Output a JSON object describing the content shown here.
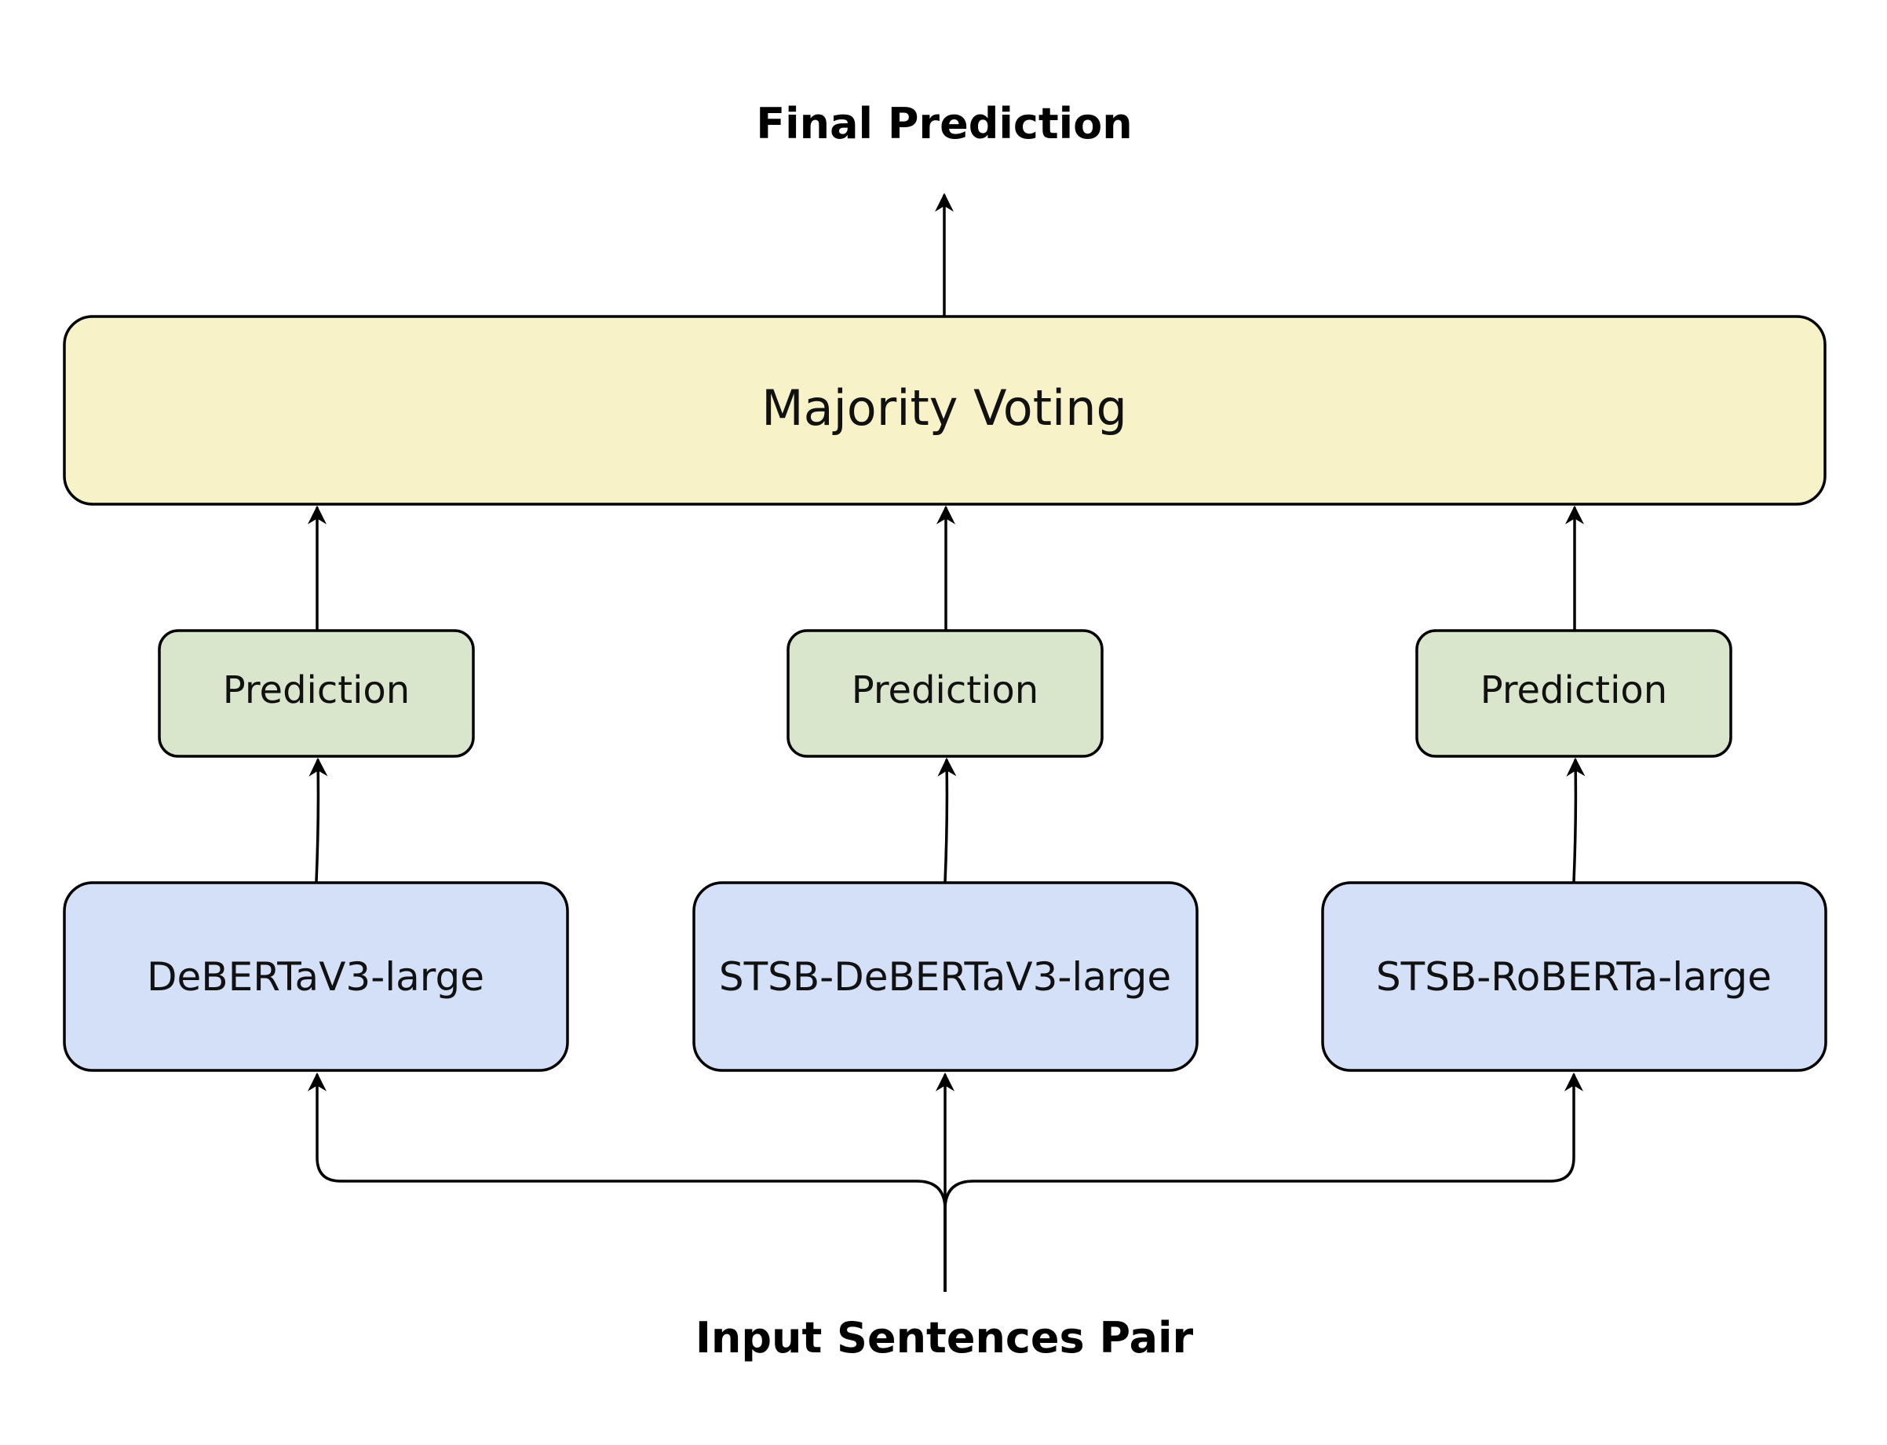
{
  "title_output": "Final Prediction",
  "input_label": "Input Sentences Pair",
  "aggregator": {
    "label": "Majority Voting",
    "fill": "#f7f2c8"
  },
  "predictions": {
    "label": "Prediction",
    "fill": "#d9e6cc",
    "items": [
      "Prediction",
      "Prediction",
      "Prediction"
    ]
  },
  "models": {
    "fill": "#d4e0f8",
    "items": [
      "DeBERTaV3-large",
      "STSB-DeBERTaV3-large",
      "STSB-RoBERTa-large"
    ]
  },
  "colors": {
    "stroke": "#000000",
    "background": "#ffffff"
  }
}
